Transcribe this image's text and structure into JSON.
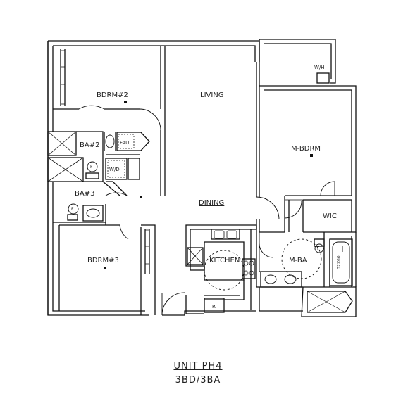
{
  "rooms": {
    "bdrm2": "BDRM#2",
    "living": "LIVING",
    "wh": "W/H",
    "mbdrm": "M-BDRM",
    "ba2": "BA#2",
    "fau": "FAU",
    "wd": "W/D",
    "ba3": "BA#3",
    "dining": "DINING",
    "wic": "WIC",
    "bdrm3": "BDRM#3",
    "kitchen": "KITCHEN",
    "mba": "M-BA",
    "fridge": "R",
    "tub": "32X60"
  },
  "fixture_mark": "F",
  "unit": {
    "name": "UNIT PH4",
    "type": "3BD/3BA"
  }
}
